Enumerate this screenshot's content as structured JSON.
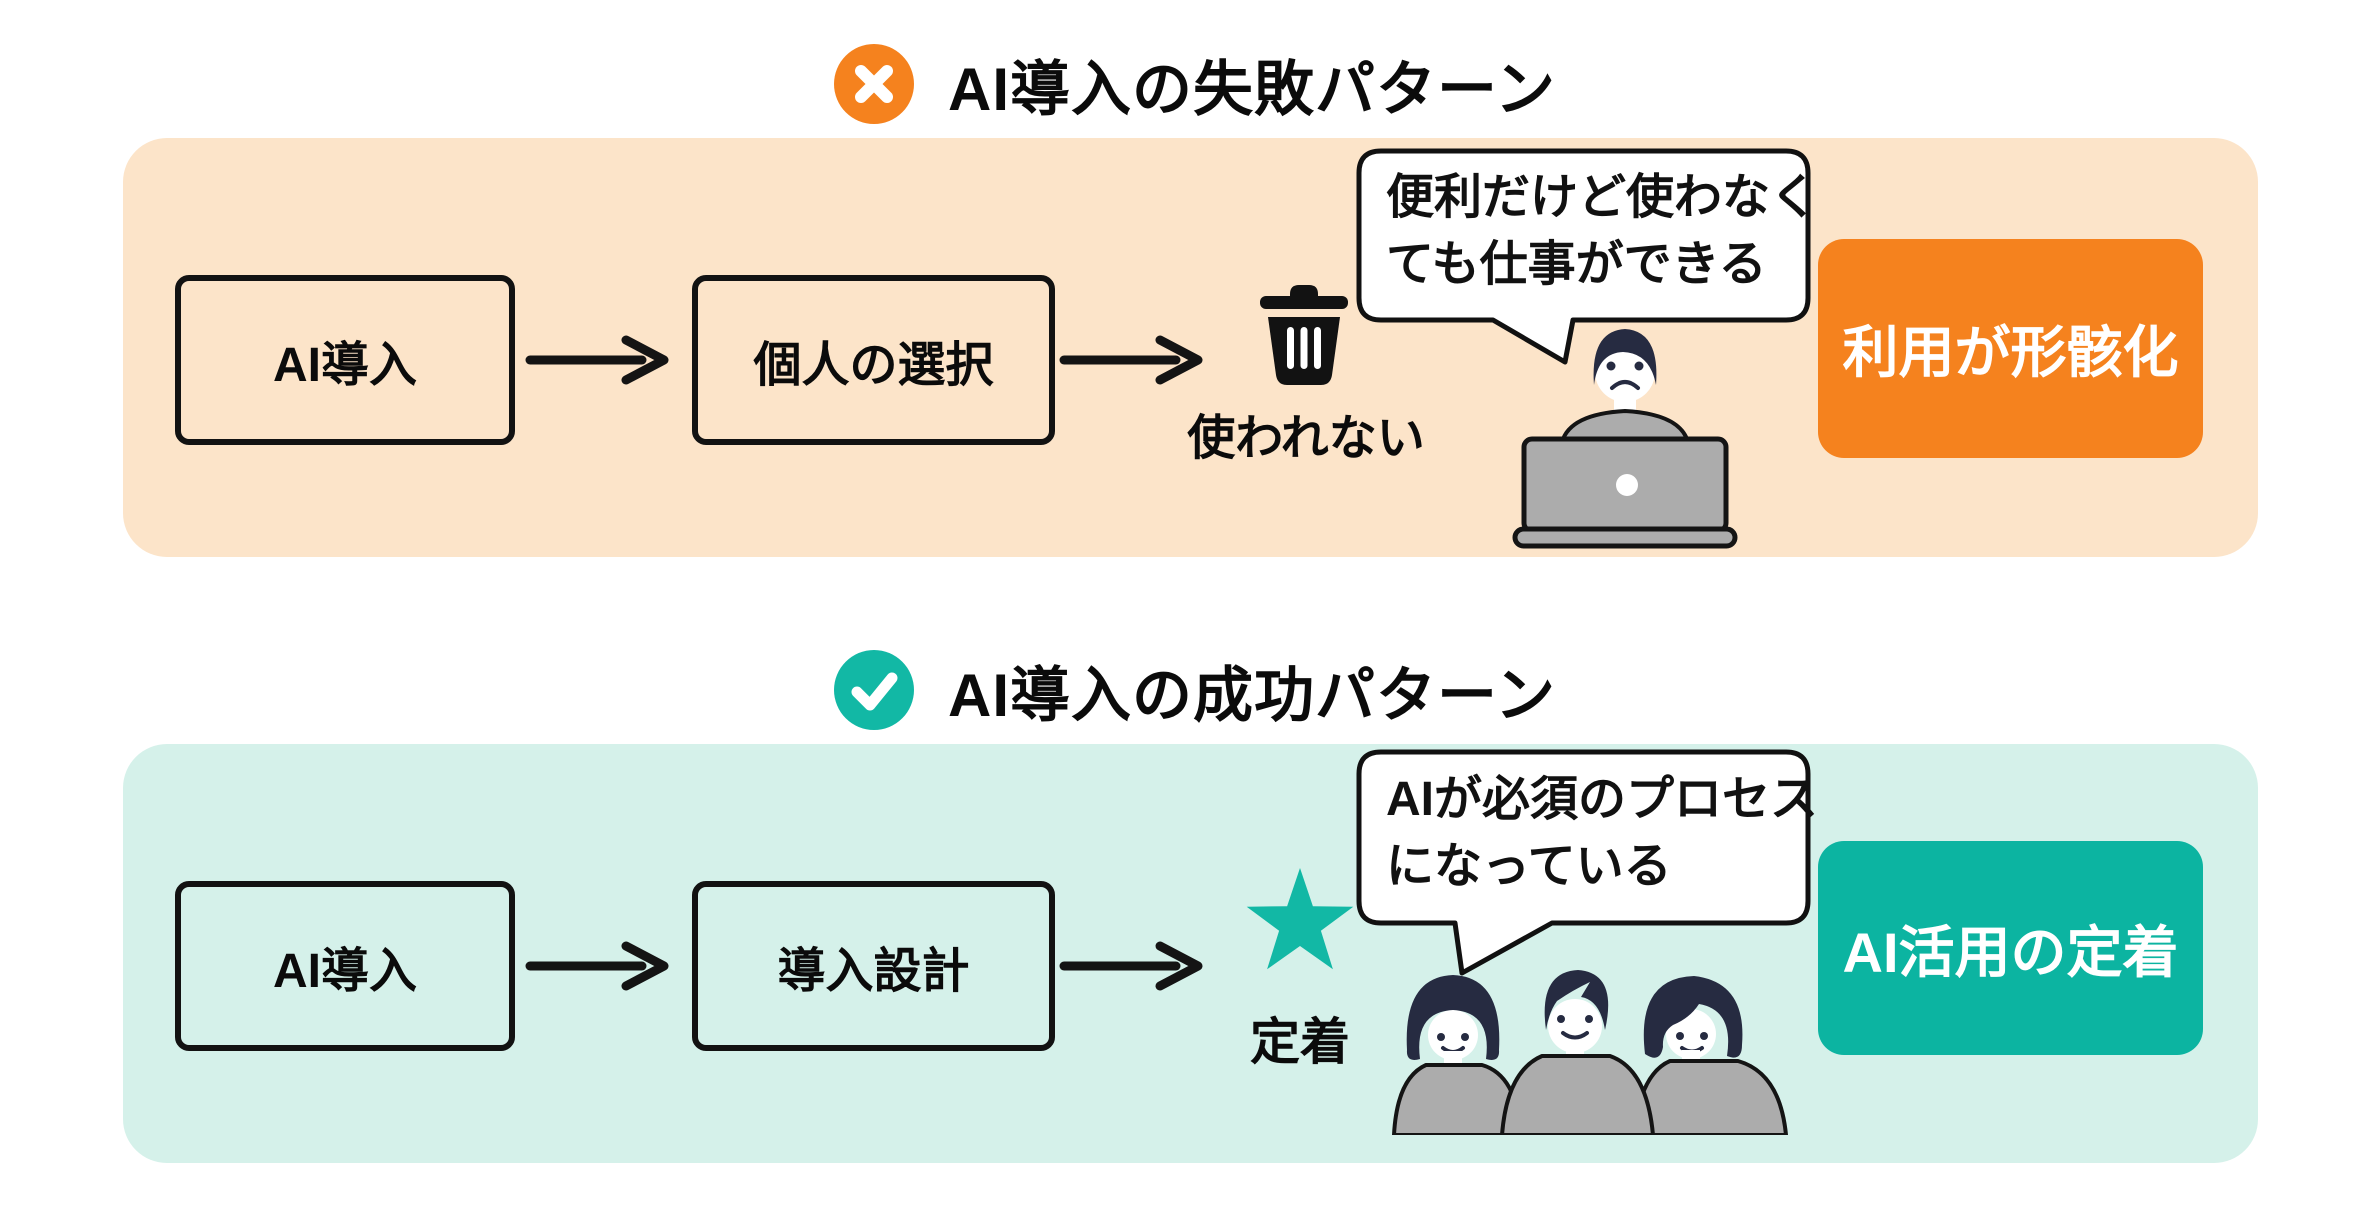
{
  "colors": {
    "orange_accent": "#F5821E",
    "peach_panel": "#FCE4C9",
    "teal_accent": "#12B8A5",
    "teal_box": "#0CB4A1",
    "teal_panel": "#D5F1EA",
    "hair_navy": "#262B41",
    "gray_fill": "#ACACAC",
    "outline_black": "#141414"
  },
  "fail": {
    "heading": "AI導入の失敗パターン",
    "step1": "AI導入",
    "step2": "個人の選択",
    "drop_label": "使われない",
    "bubble_line1": "便利だけど使わなく",
    "bubble_line2": "ても仕事ができる",
    "result": "利用が形骸化"
  },
  "success": {
    "heading": "AI導入の成功パターン",
    "step1": "AI導入",
    "step2": "導入設計",
    "star_label": "定着",
    "bubble_line1": "AIが必須のプロセス",
    "bubble_line2": "になっている",
    "result": "AI活用の定着"
  }
}
